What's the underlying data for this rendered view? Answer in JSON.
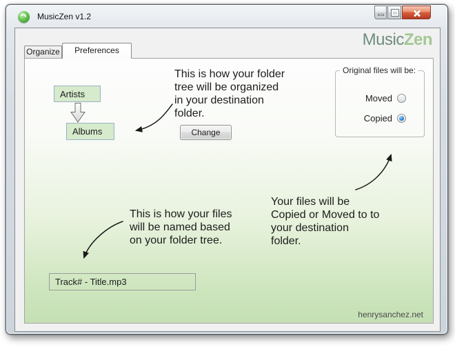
{
  "window": {
    "title": "MusicZen v1.2",
    "controls": {
      "minimize": "minimize-icon",
      "maximize": "maximize-icon",
      "close": "close-icon"
    }
  },
  "brand": {
    "music": "Music",
    "zen": "Zen"
  },
  "tabs": {
    "organize": "Organize",
    "preferences": "Preferences",
    "active": "Preferences"
  },
  "tree_panel": {
    "box_artists": "Artists",
    "box_albums": "Albums",
    "down_arrow_icon": "block-down-arrow",
    "annotation": "This is how your folder\ntree will be organized\nin your destination\nfolder.",
    "change_button": "Change"
  },
  "options_panel": {
    "title": "Original files will be:",
    "moved_label": "Moved",
    "moved_selected": false,
    "copied_label": "Copied",
    "copied_selected": true,
    "annotation": "Your files will be\nCopied or Moved to to\nyour destination\nfolder."
  },
  "naming_panel": {
    "annotation": "This is how your files\nwill be named based\non your folder tree.",
    "filename_value": "Track# - Title.mp3"
  },
  "footer": "henrysanchez.net",
  "colors": {
    "brand_music": "#6f8d7d",
    "brand_zen": "#a4c795",
    "tree_box_fill": "#d6eacc",
    "tree_box_border": "#97b3c2",
    "page_gradient_bottom": "#c5e0b4",
    "radio_selected": "#2c7cd6",
    "close_button": "#d95f3b"
  }
}
